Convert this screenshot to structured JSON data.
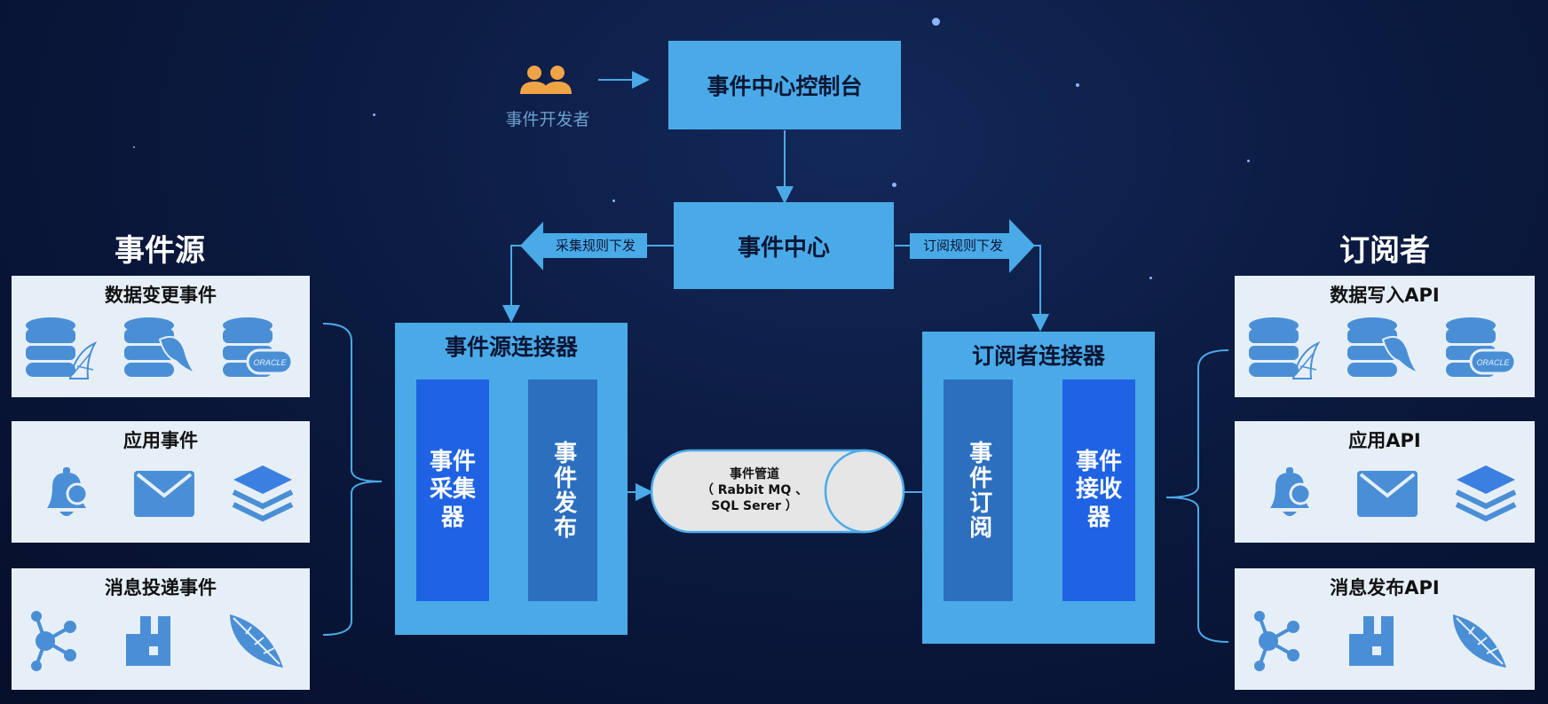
{
  "colors": {
    "background": "#0b1a40",
    "box_blue": "#4aaae8",
    "dark_blue": "#2d6fbf",
    "bright_blue": "#1f63e4",
    "panel_bg": "#e6eff8",
    "icon_blue": "#4a8fd6",
    "person": "#f0a545"
  },
  "developer": {
    "label": "事件开发者",
    "icon": "users-icon"
  },
  "console": {
    "label": "事件中心控制台"
  },
  "center": {
    "label": "事件中心"
  },
  "collect_rule": {
    "label": "采集规则下发"
  },
  "subscribe_rule": {
    "label": "订阅规则下发"
  },
  "source": {
    "title": "事件源",
    "panels": [
      {
        "title": "数据变更事件",
        "icons": [
          "sqlserver-database-icon",
          "mysql-database-icon",
          "oracle-database-icon"
        ]
      },
      {
        "title": "应用事件",
        "icons": [
          "notification-bell-icon",
          "mail-icon",
          "layers-icon"
        ]
      },
      {
        "title": "消息投递事件",
        "icons": [
          "kafka-icon",
          "rabbitmq-icon",
          "rocketmq-feather-icon"
        ]
      }
    ]
  },
  "subscriber": {
    "title": "订阅者",
    "panels": [
      {
        "title": "数据写入API",
        "icons": [
          "sqlserver-database-icon",
          "mysql-database-icon",
          "oracle-database-icon"
        ]
      },
      {
        "title": "应用API",
        "icons": [
          "notification-bell-icon",
          "mail-icon",
          "layers-icon"
        ]
      },
      {
        "title": "消息发布API",
        "icons": [
          "kafka-icon",
          "rabbitmq-icon",
          "rocketmq-feather-icon"
        ]
      }
    ]
  },
  "source_connector": {
    "title": "事件源连接器",
    "collector": "事件采集器",
    "publisher": "事件发布"
  },
  "subscriber_connector": {
    "title": "订阅者连接器",
    "subscribe": "事件订阅",
    "receiver": "事件接收器"
  },
  "pipeline": {
    "line1": "事件管道",
    "line2": "（ Rabbit MQ 、",
    "line3": "SQL Serer ）"
  },
  "oracle_logo_text": "ORACLE"
}
